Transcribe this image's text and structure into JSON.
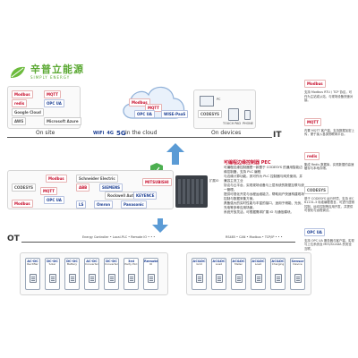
{
  "brand": {
    "name_cn": "辛普立能源",
    "name_en": "SIMPLY ENERGY"
  },
  "zones": {
    "it_label": "IT",
    "ot_label": "OT",
    "on_site": "On site",
    "in_cloud": "In the cloud",
    "on_devices": "On devices"
  },
  "it_panel_left": {
    "tags": [
      "Modbus",
      "MQTT",
      "redis",
      "OPC UA",
      "Google Cloud",
      "Microsoft Azure",
      "AWS"
    ]
  },
  "cloud_panel": {
    "tags": [
      "Modbus",
      "MQTT",
      "OPC UA",
      "WISE-PaaS"
    ]
  },
  "device_panel": {
    "items": [
      "PC",
      "TOUCH PAD",
      "PHONE"
    ],
    "tags": [
      "CODESYS"
    ]
  },
  "network_icons": [
    "WiFi",
    "4G",
    "5G"
  ],
  "plc_panel": {
    "title": "可编程边缘控制器 PEC",
    "label_expand": "扩展IO",
    "tags": [
      "Modbus",
      "CODESYS",
      "MQTT",
      "OPC UA",
      "Schneider Electric",
      "ABB",
      "SIEMENS",
      "Rockwell Automation",
      "KEYENCE",
      "MITSUBISHI",
      "LS",
      "Omron",
      "Panasonic",
      "Modbus"
    ],
    "desc": [
      "可编程边缘控制器是一款基于 CODESYS 的通用智能边缘控制器，支持 PLC 编程",
      "与边缘计算功能。其可作为 PLC 控制器与网关使用，并兼容主流工业",
      "协议与云平台，实现现场设备与上层系统的数据互联与统一管理。",
      "提供可视化开发与远程运维能力，帮助用户快速构建现场控制与数据采集方案。",
      "具备强大的实时性能与丰富的接口，适用于储能、光伏、充电等多种应用场景。",
      "系统开放灵活，可根据需求扩展 IO 与通信模块。"
    ]
  },
  "bus_labels": {
    "left": "Energy Controller • Local-PLC • Remote IO • • •",
    "right": "RS485 • CAN • Modbus • TCP/IP • • •"
  },
  "ot_left": [
    {
      "t": "AC-DC",
      "s": "Rectifier"
    },
    {
      "t": "DC-DC",
      "s": "Solar"
    },
    {
      "t": "DC-DC",
      "s": "Battery"
    },
    {
      "t": "AC-DC",
      "s": "Converter"
    },
    {
      "t": "DC-DC",
      "s": "Converter"
    },
    {
      "t": "3rd",
      "s": "Party PLC"
    },
    {
      "t": "Remote",
      "s": "IO"
    }
  ],
  "ot_right": [
    {
      "t": "AC&DC",
      "s": "Grid"
    },
    {
      "t": "AC&DC",
      "s": "Load"
    },
    {
      "t": "AC&DC",
      "s": "Meter"
    },
    {
      "t": "AC&DC",
      "s": "Load"
    },
    {
      "t": "AC&DC",
      "s": "Charging"
    },
    {
      "t": "Sensor",
      "s": "Device"
    }
  ],
  "right_column": {
    "blocks": [
      {
        "title": "Modbus",
        "text": "支持 Modbus RTU / TCP 协议，可作为主站或从站，与现场设备快速对接。"
      },
      {
        "title": "MQTT",
        "text": "内置 MQTT 客户端，支持数据加密上传，便于接入各类物联网平台。"
      },
      {
        "title": "redis",
        "text": "集成 Redis 数据库，实现数据的高速缓存与本地存储。"
      },
      {
        "title": "CODESYS",
        "text": "基于 CODESYS 运行环境，支持 IEC 61131-3 标准编程语言，可进行逻辑控制、运动控制等应用开发，并提供可视化与远程调试。"
      },
      {
        "title": "OPC UA",
        "text": "支持 OPC UA 服务器与客户端，实现与上位系统及 MES/SCADA 的安全互联。"
      }
    ]
  }
}
